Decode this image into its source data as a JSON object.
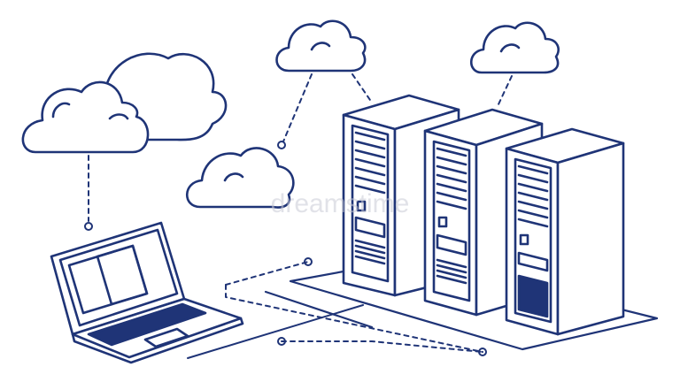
{
  "palette": {
    "ink": "#1f3477",
    "paper": "#ffffff",
    "fill_dark": "#1f3477",
    "watermark": "#c9cbd6"
  },
  "illustration": {
    "subject": "cloud-computing-line-art",
    "clouds": [
      "cloud-large-left",
      "cloud-small-left",
      "cloud-top-center",
      "cloud-top-right",
      "cloud-middle"
    ],
    "devices": [
      "laptop",
      "server-rack-1",
      "server-rack-2",
      "server-rack-3"
    ],
    "icons": [
      "cloud-icon",
      "laptop-icon",
      "server-icon",
      "connection-node-icon"
    ]
  },
  "watermark": {
    "text": "dreamstime"
  }
}
